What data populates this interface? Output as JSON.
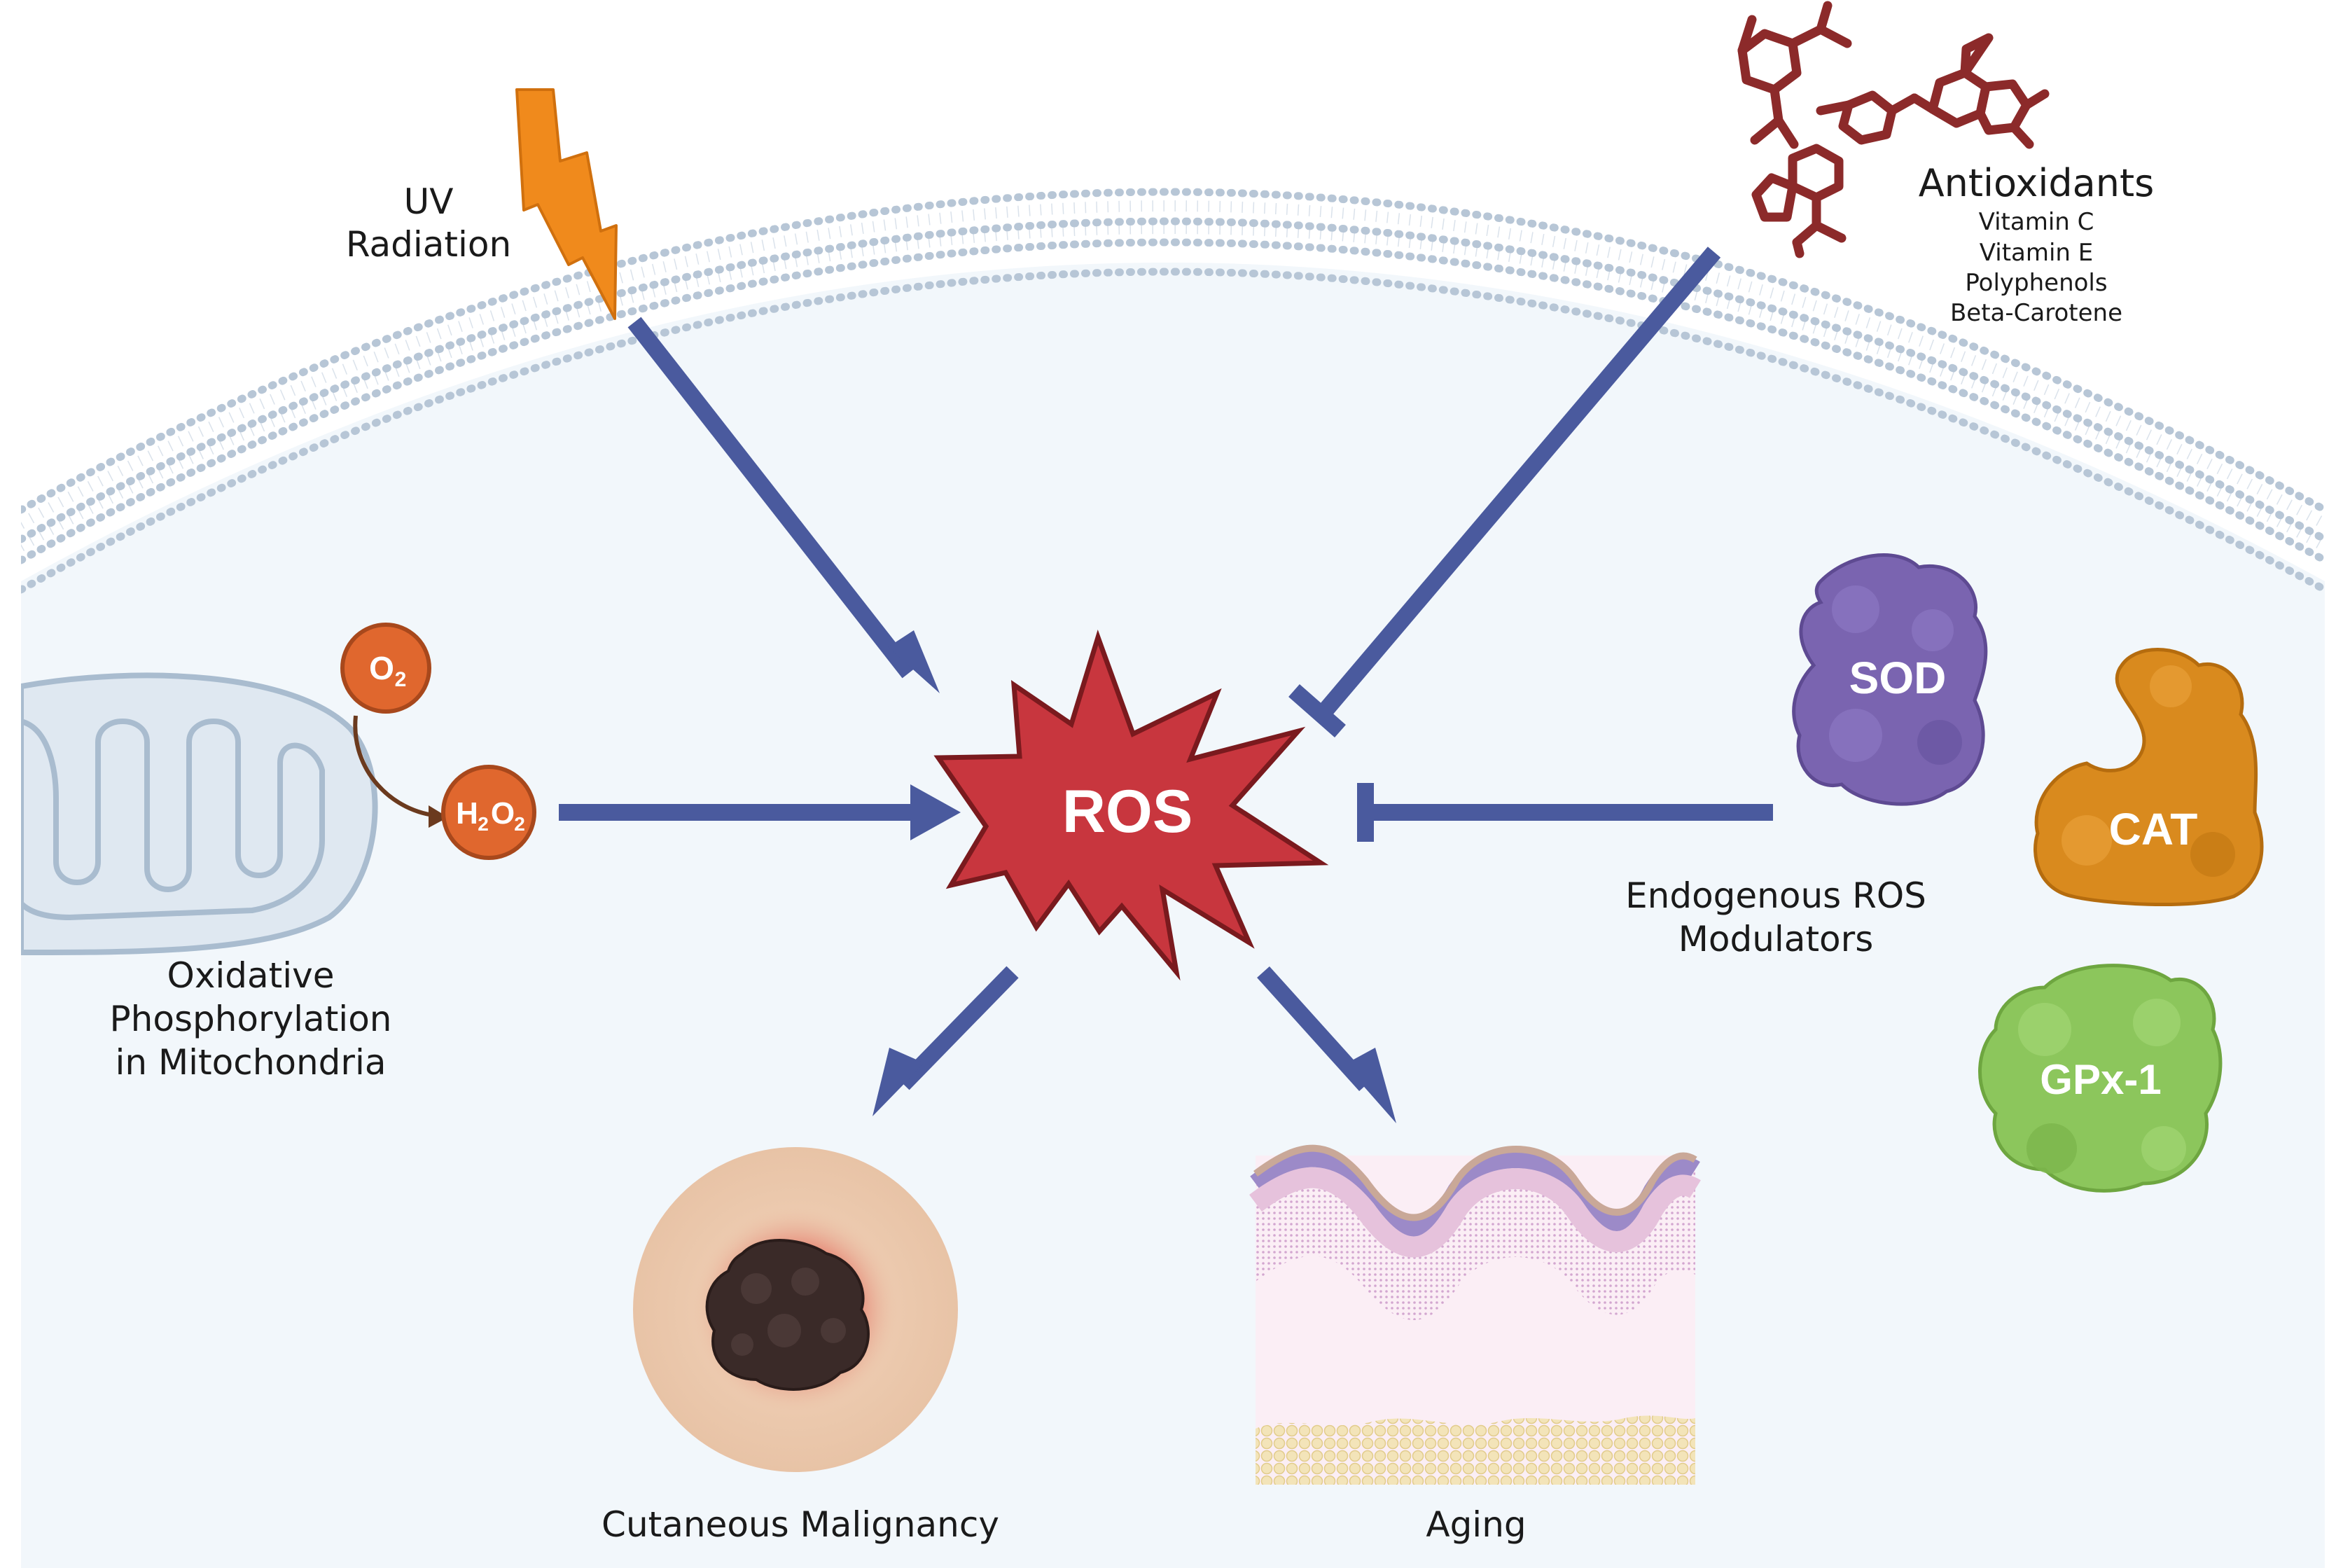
{
  "labels": {
    "uv_line1": "UV",
    "uv_line2": "Radiation",
    "antioxidants_title": "Antioxidants",
    "antioxidants_items": [
      "Vitamin C",
      "Vitamin E",
      "Polyphenols",
      "Beta-Carotene"
    ],
    "o2": "O",
    "o2_sub": "2",
    "h2o2_h": "H",
    "h2o2_sub1": "2",
    "h2o2_o": "O",
    "h2o2_sub2": "2",
    "ros": "ROS",
    "sod": "SOD",
    "cat": "CAT",
    "gpx": "GPx-1",
    "endogenous_line1": "Endogenous ROS",
    "endogenous_line2": "Modulators",
    "oxphos_line1": "Oxidative",
    "oxphos_line2": "Phosphorylation",
    "oxphos_line3": "in Mitochondria",
    "malignancy": "Cutaneous Malignancy",
    "aging": "Aging"
  },
  "colors": {
    "arrow": "#4a5a9e",
    "ros_fill": "#c8363e",
    "ros_stroke": "#7a1a1e",
    "uv": "#f08a1c",
    "molecule": "#8c2a2a",
    "orange_circle": "#e0672e",
    "sod": "#7a64b0",
    "cat": "#d98a1e",
    "gpx": "#8cc65c",
    "membrane": "#b7c6d6",
    "cell_interior": "#f2f7fb",
    "mito_fill": "#dfe8f1",
    "mito_stroke": "#a9bccf",
    "skin_bg": "#eccbb0",
    "melanoma": "#3a2a28"
  }
}
